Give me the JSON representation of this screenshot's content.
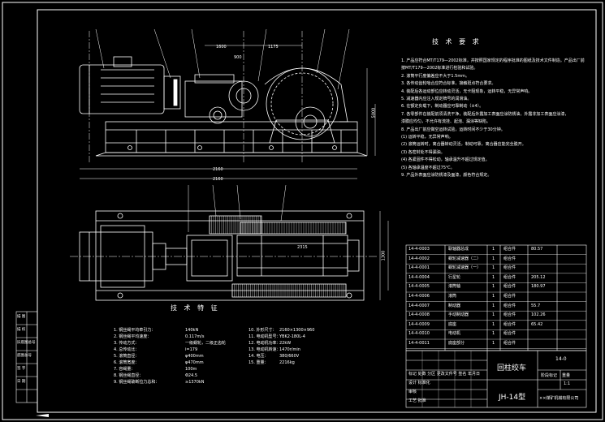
{
  "drawing": {
    "tech_requirements_title": "技 术 要 求",
    "tech_params_title": "技 术 特 征",
    "product_name": "回柱绞车",
    "model": "JH-14型",
    "sheet_code": "14-0",
    "requirements": [
      "1. 产品应符合MT/T179—2002标准，并按照国家规定的程序批准的图纸及技术文件制造。产品出厂前",
      "   按MT/T179—2002标准进行检验和试验。",
      "2. 滚筒平行度偏差应不大于1.5mm。",
      "3. 各传动齿轮啮合应符合标准，接触斑点符合要求。",
      "4. 装配后各运动部位应转动灵活，无卡阻现象，运转平稳，无异常声响。",
      "5. 减速器内应注入规定牌号的润滑油。",
      "6. 在额定负载下，制动器应可靠制动（±4）。",
      "7. 各零部件在装配前须清洗干净，装配后外露加工表面应涂防锈油，外露非加工表面应涂漆，",
      "   漆膜应均匀，不允许有流挂、起泡、漏涂等缺陷。",
      "8. 产品出厂前应做空运转试验，运转时间不少于30分钟。",
      "(1) 运转平稳，无异常声响。",
      "(2) 滚筒运转时，离合器转动灵活，制动可靠，离合器应能完全脱开。",
      "(3) 各密封处不得漏油。",
      "(4) 各紧固件不得松动，轴承温升不超过规定值。",
      "(5) 各轴承温度不超过75℃。",
      "9. 产品外表面应涂防锈漆及面漆，颜色符合规定。"
    ],
    "params_left": [
      {
        "k": "1. 钢丝绳平均牵引力：",
        "v": "140kN"
      },
      {
        "k": "2. 钢丝绳平均速度：",
        "v": "0.117m/s"
      },
      {
        "k": "3. 传动方式：",
        "v": "一级蜗轮，二级正齿轮"
      },
      {
        "k": "4. 总传动比：",
        "v": "i=179"
      },
      {
        "k": "5. 滚筒直径：",
        "v": "φ400mm"
      },
      {
        "k": "6. 滚筒宽度：",
        "v": "φ470mm"
      },
      {
        "k": "7. 容绳量：",
        "v": "100m"
      },
      {
        "k": "8. 钢丝绳直径：",
        "v": "Φ24.5"
      },
      {
        "k": "9. 钢丝绳破断拉力总和：",
        "v": "≥1370kN"
      }
    ],
    "params_right": [
      {
        "k": "10. 外形尺寸：",
        "v": "2160×1300×960"
      },
      {
        "k": "11. 电动机型号：",
        "v": "YBK2-180L-4"
      },
      {
        "k": "12. 电动机功率：",
        "v": "22kW"
      },
      {
        "k": "13. 电动机转速：",
        "v": "1470r/min"
      },
      {
        "k": "14. 电压：",
        "v": "380/660V"
      },
      {
        "k": "15. 重量：",
        "v": "2216kg"
      }
    ],
    "dims": {
      "d1": "2160",
      "d2": "2160",
      "d3": "1600",
      "d4": "900",
      "d5": "5000",
      "d6": "1300",
      "d7": "1175",
      "d8": "2315"
    },
    "parts": [
      {
        "code": "14-4-0003",
        "name": "联轴器总成",
        "qty": "1",
        "mat": "组合件",
        "wt": "80.57"
      },
      {
        "code": "14-4-0002",
        "name": "蜗轮减速器（二）",
        "qty": "1",
        "mat": "组合件",
        "wt": ""
      },
      {
        "code": "14-4-0001",
        "name": "蜗轮减速器（一）",
        "qty": "1",
        "mat": "组合件",
        "wt": ""
      },
      {
        "code": "14-4-0004",
        "name": "行星轮",
        "qty": "1",
        "mat": "组合件",
        "wt": "205.12"
      },
      {
        "code": "14-4-0005",
        "name": "滚筒轴",
        "qty": "1",
        "mat": "组合件",
        "wt": "180.97"
      },
      {
        "code": "14-4-0006",
        "name": "滚筒",
        "qty": "1",
        "mat": "组合件",
        "wt": ""
      },
      {
        "code": "14-4-0007",
        "name": "制动器",
        "qty": "1",
        "mat": "组合件",
        "wt": "55.7"
      },
      {
        "code": "14-4-0008",
        "name": "手动制动器",
        "qty": "1",
        "mat": "组合件",
        "wt": "102.26"
      },
      {
        "code": "14-4-0009",
        "name": "底座",
        "qty": "1",
        "mat": "组合件",
        "wt": "65.42"
      },
      {
        "code": "14-4-0010",
        "name": "电动机",
        "qty": "1",
        "mat": "组合件",
        "wt": ""
      },
      {
        "code": "14-4-0011",
        "name": "底座部分",
        "qty": "1",
        "mat": "组合件",
        "wt": ""
      }
    ],
    "title_block": {
      "rows": [
        "标记 处数 分区 更改文件号 签名 年月日",
        "设计 标准化",
        "审核",
        "工艺 批准"
      ],
      "scale": "1:1",
      "stage": "阶段标记",
      "weight": "重量",
      "company": "××煤矿机械有限公司"
    },
    "left_column": [
      "描 图",
      "描 校",
      "旧底图总号",
      "底图总号",
      "签 字",
      "日 期"
    ]
  }
}
